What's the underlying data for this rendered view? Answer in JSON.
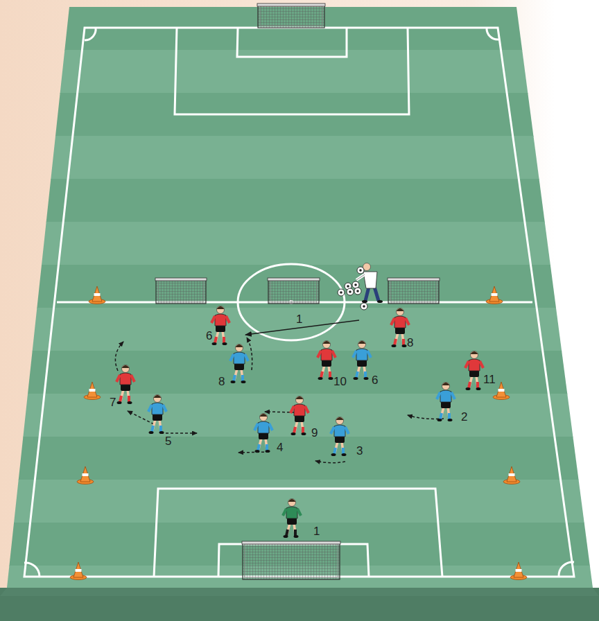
{
  "diagram": {
    "labels": [
      "1",
      "6",
      "8",
      "8",
      "10",
      "6",
      "11",
      "7",
      "2",
      "9",
      "5",
      "4",
      "3",
      "1"
    ]
  }
}
